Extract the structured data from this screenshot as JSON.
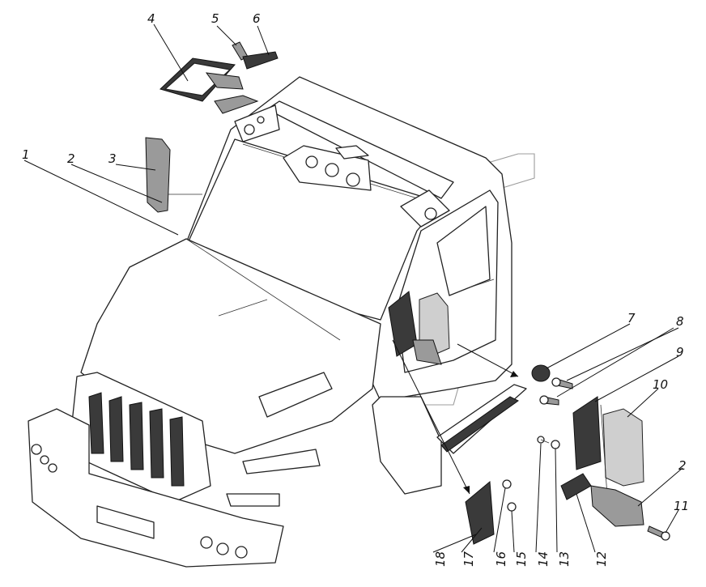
{
  "labels": [
    "1",
    "2",
    "3",
    "4",
    "5",
    "6",
    "7",
    "8",
    "9",
    "10",
    "2",
    "11",
    "12",
    "13",
    "14",
    "15",
    "16",
    "17",
    "18"
  ],
  "colors": {
    "line": "#111111",
    "watermark": "#9c9c9c",
    "part_dark": "#3a3a3a",
    "part_mid": "#9a9a9a",
    "part_light": "#cfcfcf"
  }
}
